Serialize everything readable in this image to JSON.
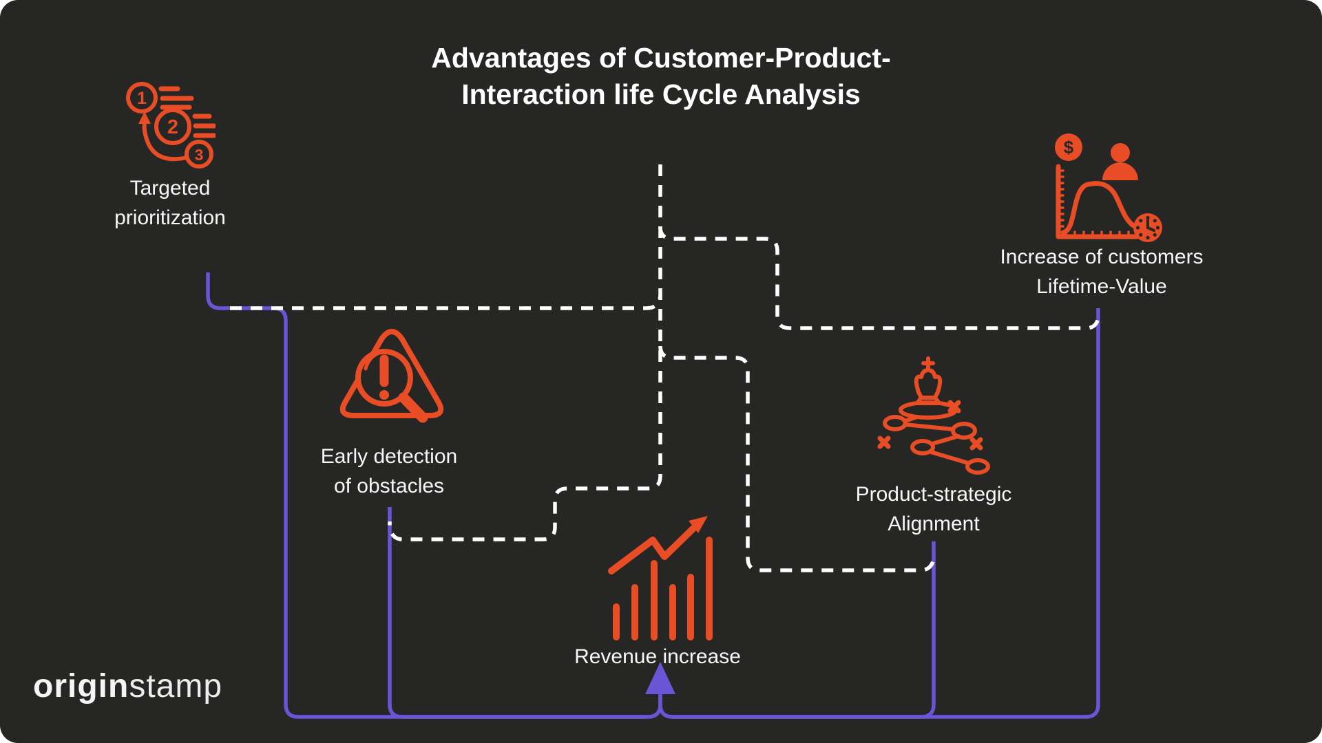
{
  "title": {
    "line1": "Advantages of Customer-Product-",
    "line2": "Interaction life Cycle Analysis"
  },
  "brand": {
    "primary": "origin",
    "secondary": "stamp"
  },
  "colors": {
    "background": "#262624",
    "orange": "#E94D25",
    "purple": "#6A55D6",
    "text": "#FFFFFF",
    "dashed_line": "#FFFFFF"
  },
  "nodes": {
    "targeted": {
      "line1": "Targeted",
      "line2": "prioritization",
      "icon": "numbered-priority-cycle-icon"
    },
    "early": {
      "line1": "Early detection",
      "line2": "of obstacles",
      "icon": "warning-magnifier-icon"
    },
    "revenue": {
      "line1": "Revenue increase",
      "icon": "growth-bar-chart-icon"
    },
    "product": {
      "line1": "Product-strategic",
      "line2": "Alignment",
      "icon": "chess-strategy-icon"
    },
    "ltv": {
      "line1": "Increase of customers",
      "line2": "Lifetime-Value",
      "icon": "lifetime-value-chart-icon"
    }
  },
  "icons": {
    "priority_numbers": [
      "1",
      "2",
      "3"
    ],
    "dollar_glyph": "$"
  }
}
